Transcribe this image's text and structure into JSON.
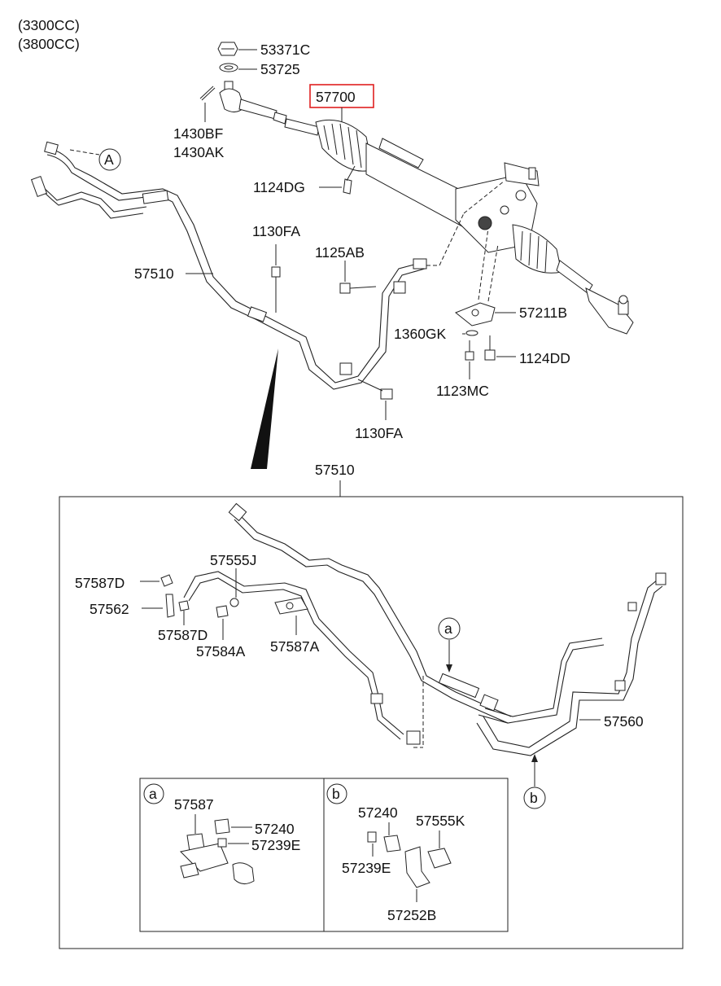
{
  "header": {
    "engine_line_1": "(3300CC)",
    "engine_line_2": "(3800CC)"
  },
  "highlight_color": "#e02020",
  "upper_labels": {
    "p53371C": "53371C",
    "p53725": "53725",
    "p57700": "57700",
    "p1430BF": "1430BF",
    "p1430AK": "1430AK",
    "p1124DG": "1124DG",
    "p1130FA_top": "1130FA",
    "p1125AB": "1125AB",
    "p57510": "57510",
    "p57211B": "57211B",
    "p1360GK": "1360GK",
    "p1124DD": "1124DD",
    "p1123MC": "1123MC",
    "p1130FA_bottom": "1130FA",
    "circle_A": "A"
  },
  "lower_labels": {
    "p57510": "57510",
    "p57555J": "57555J",
    "p57587D_top": "57587D",
    "p57562": "57562",
    "p57587D_bottom": "57587D",
    "p57584A": "57584A",
    "p57587A": "57587A",
    "p57560": "57560",
    "circle_a": "a",
    "circle_b": "b"
  },
  "detail_a": {
    "circle": "a",
    "p57587": "57587",
    "p57240": "57240",
    "p57239E": "57239E"
  },
  "detail_b": {
    "circle": "b",
    "p57240": "57240",
    "p57555K": "57555K",
    "p57239E": "57239E",
    "p57252B": "57252B"
  }
}
